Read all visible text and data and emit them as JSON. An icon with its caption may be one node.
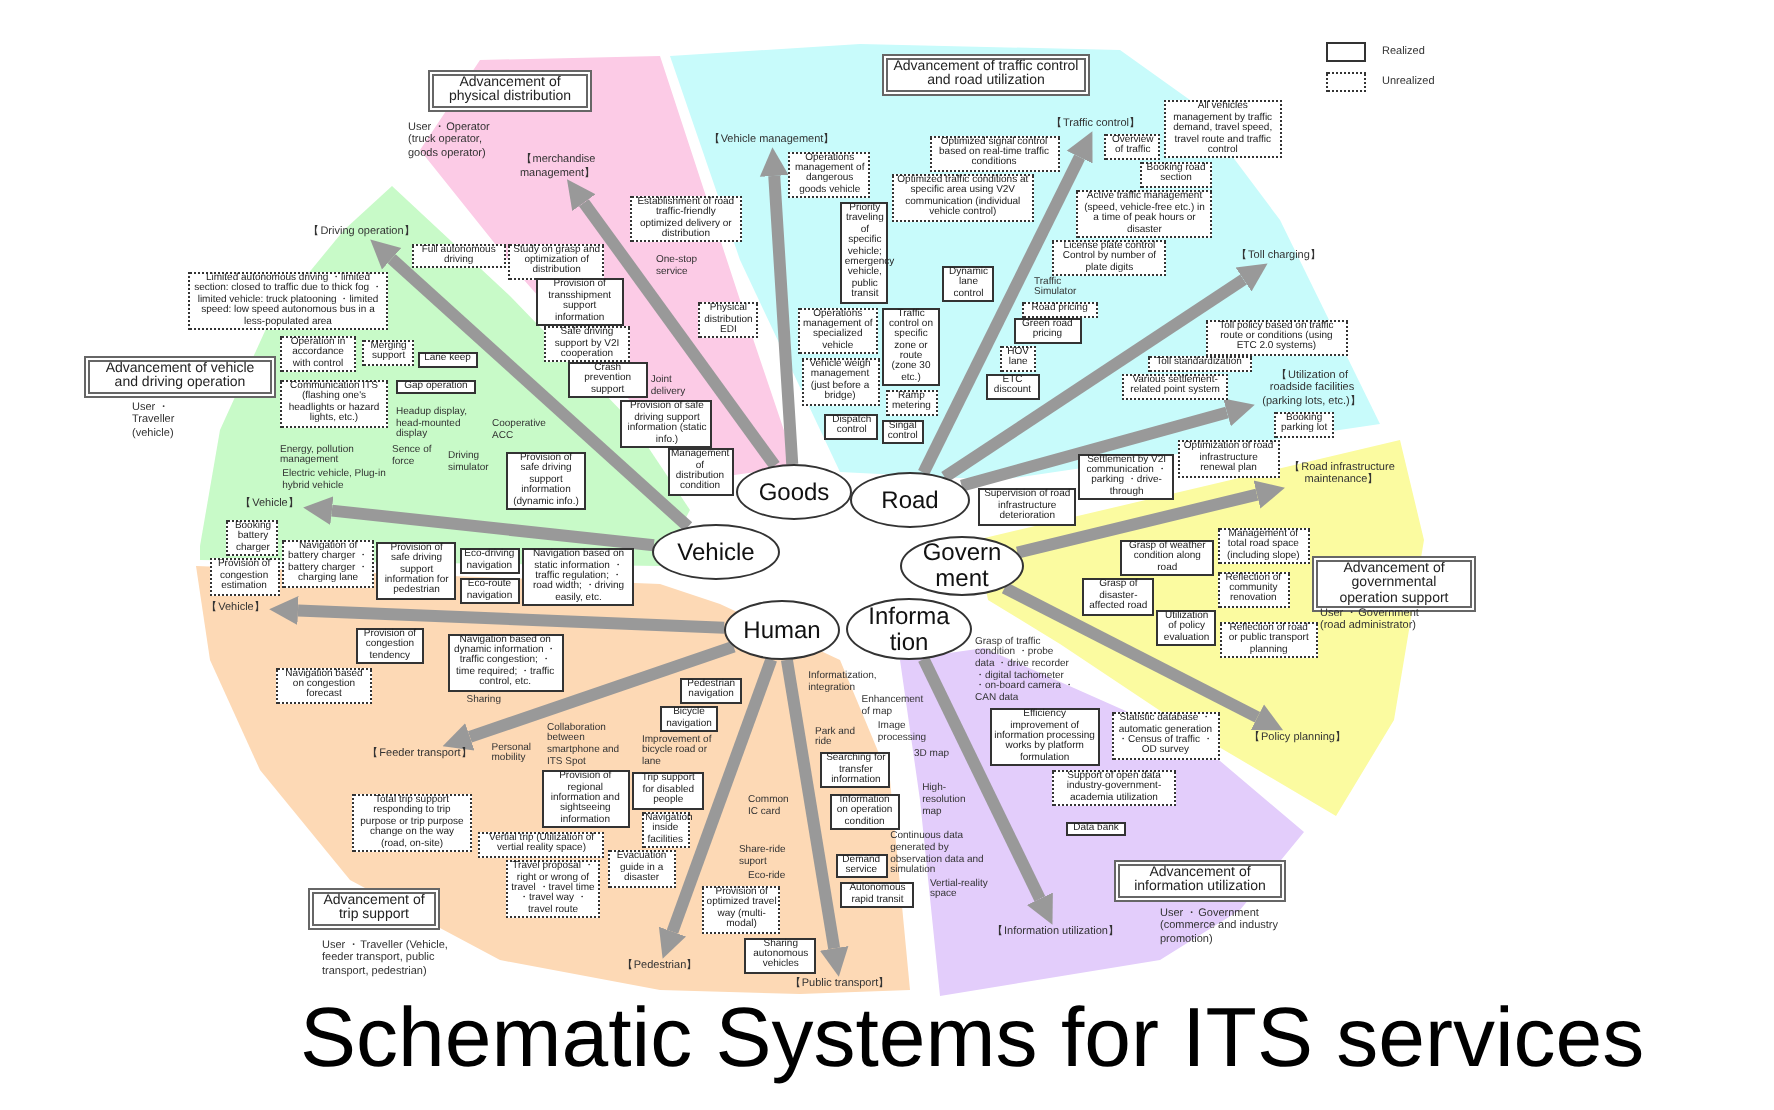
{
  "diagram": {
    "title": "Schematic Systems for ITS services",
    "nodes": [
      {
        "text": [
          "Advancement of physical distribution"
        ],
        "beside": [
          "User ・Operator (truck operator, goods operator)"
        ]
      },
      {
        "text": [
          "Advancement of vehicle and driving operation"
        ],
        "beside": [
          "User ・Traveller (vehicle)"
        ]
      },
      {
        "text": [
          "Advancement of traffic control and road utilization"
        ]
      },
      {
        "text": [
          "Advancement of governmental operation support"
        ],
        "beside": [
          "User ・Government (road administrator)"
        ]
      },
      {
        "text": [
          "Advancement of information utilization"
        ],
        "beside": [
          "User ・Government (commerce and industry promotion)"
        ]
      },
      {
        "text": [
          "Advancement of trip support"
        ],
        "beside": [
          "User ・Traveller (Vehicle, feeder transport, public transport, pedestrian)"
        ]
      },
      {
        "text": [
          "Goods"
        ]
      },
      {
        "text": [
          "Road"
        ]
      },
      {
        "text": [
          "Vehicle"
        ]
      },
      {
        "text": [
          "Govern ment"
        ]
      },
      {
        "text": [
          "Human"
        ]
      },
      {
        "text": [
          "Informa tion"
        ]
      },
      {
        "text": [
          "【merchandise management】"
        ]
      },
      {
        "text": [
          "【Driving operation】"
        ]
      },
      {
        "text": [
          "【Vehicle】"
        ]
      },
      {
        "text": [
          "【Vehicle management】"
        ]
      },
      {
        "text": [
          "【Traffic control】"
        ]
      },
      {
        "text": [
          "【Toll charging】"
        ]
      },
      {
        "text": [
          "【Utilization of roadside facilities (parking lots, etc.)】"
        ]
      },
      {
        "text": [
          "【Road infrastructure maintenance】"
        ]
      },
      {
        "text": [
          "【Policy planning】"
        ]
      },
      {
        "text": [
          "【Information utilization】"
        ]
      },
      {
        "text": [
          "【Public transport】"
        ]
      },
      {
        "text": [
          "【Pedestrian】"
        ]
      },
      {
        "text": [
          "【Feeder transport】"
        ]
      },
      {
        "text": [
          "【Vehicle】"
        ]
      },
      {
        "text": [
          "Establishment of road traffic-friendly optimized delivery or distribution"
        ]
      },
      {
        "text": [
          "Study on grasp and optimization of distribution"
        ]
      },
      {
        "text": [
          "Physical distribution EDI"
        ]
      },
      {
        "text": [
          "Provision of transshipment support information"
        ]
      },
      {
        "text": [
          "Management of distribution condition"
        ]
      },
      {
        "text": [
          "Full autonomous driving"
        ]
      },
      {
        "text": [
          "Limited autonomous driving ・limited section: closed to traffic due to thick fog ・limited vehicle: truck platooning ・limited speed: low speed autonomous bus in a less-populated area"
        ]
      },
      {
        "text": [
          "Operation in accordance with control"
        ]
      },
      {
        "text": [
          "Merging support"
        ]
      },
      {
        "text": [
          "Safe driving support by V2I cooperation"
        ]
      },
      {
        "text": [
          "Lane keep"
        ]
      },
      {
        "text": [
          "Gap operation"
        ]
      },
      {
        "text": [
          "Crash prevention support"
        ]
      },
      {
        "text": [
          "Communication ITS (flashing one's headlights or hazard lights, etc.)"
        ]
      },
      {
        "text": [
          "Provision of safe driving support information (dynamic info.)"
        ]
      },
      {
        "text": [
          "Provision of safe driving support information (static info.)"
        ]
      },
      {
        "text": [
          "Provision of safe driving support information for pedestrian"
        ]
      },
      {
        "text": [
          "Booking battery charger"
        ]
      },
      {
        "text": [
          "Navigation of battery charger ・battery charger ・charging lane"
        ]
      },
      {
        "text": [
          "Eco-driving navigation"
        ]
      },
      {
        "text": [
          "Operations management of dangerous goods vehicle"
        ]
      },
      {
        "text": [
          "Priority traveling of specific vehicle; emergency vehicle, public transit"
        ]
      },
      {
        "text": [
          "Operations management of specialized vehicle"
        ]
      },
      {
        "text": [
          "Vehicle weigh management (just before a bridge)"
        ]
      },
      {
        "text": [
          "Traffic control on specific zone or route (zone 30 etc.)"
        ]
      },
      {
        "text": [
          "Dispatch control"
        ]
      },
      {
        "text": [
          "Ramp metering"
        ]
      },
      {
        "text": [
          "Singal control"
        ]
      },
      {
        "text": [
          "Dynamic lane control"
        ]
      },
      {
        "text": [
          "HOV lane"
        ]
      },
      {
        "text": [
          "ETC discount"
        ]
      },
      {
        "text": [
          "Green road pricing"
        ]
      },
      {
        "text": [
          "Optimized signal control based on real-time traffic conditions"
        ]
      },
      {
        "text": [
          "Optimized traffic conditions at specific area using V2V communication (individual vehicle control)"
        ]
      },
      {
        "text": [
          "Overview of traffic"
        ]
      },
      {
        "text": [
          "Active traffic management (speed, vehicle-free etc.) in a time of peak hours or disaster"
        ]
      },
      {
        "text": [
          "License plate control Control by number of plate digits"
        ]
      },
      {
        "text": [
          "All vehicles management by traffic demand, travel speed, travel route and traffic control"
        ]
      },
      {
        "text": [
          "Booking road section"
        ]
      },
      {
        "text": [
          "Toll policy based on traffic route or conditions (using ETC 2.0 systems)"
        ]
      },
      {
        "text": [
          "Toll standardization"
        ]
      },
      {
        "text": [
          "Road pricing"
        ]
      },
      {
        "text": [
          "Various settlement-related point system"
        ]
      },
      {
        "text": [
          "Booking parking lot"
        ]
      },
      {
        "text": [
          "Settlement by V2I communication ・parking ・drive-through"
        ]
      },
      {
        "text": [
          "Supervision of road infrastructure deterioration"
        ]
      },
      {
        "text": [
          "Grasp of weather condition along road"
        ]
      },
      {
        "text": [
          "Optimization of road infrastructure renewal plan"
        ]
      },
      {
        "text": [
          "Management of total road space (including slope)"
        ]
      },
      {
        "text": [
          "Grasp of disaster-affected road"
        ]
      },
      {
        "text": [
          "Reflection of community renovation"
        ]
      },
      {
        "text": [
          "Utilization of policy evaluation"
        ]
      },
      {
        "text": [
          "Reflection of road or public transport planning"
        ]
      },
      {
        "text": [
          "Statistic database ・automatic generation ・Census of traffic ・OD survey"
        ]
      },
      {
        "text": [
          "Efficiency improvement of information processing works by platform formulation"
        ]
      },
      {
        "text": [
          "Support of open data industry-government-academia utilization"
        ]
      },
      {
        "text": [
          "Data bank"
        ]
      },
      {
        "text": [
          "Navigation based on static information ・traffic regulation; ・road width; ・driving easily, etc."
        ]
      },
      {
        "text": [
          "Bicycle navigation"
        ]
      },
      {
        "text": [
          "Pedestrian navigation"
        ]
      },
      {
        "text": [
          "Trip support for disabled people"
        ]
      },
      {
        "text": [
          "Searching for transfer information"
        ]
      },
      {
        "text": [
          "Navigation inside facilities"
        ]
      },
      {
        "text": [
          "Information on operation condition"
        ]
      },
      {
        "text": [
          "Evacuation guide in a disaster"
        ]
      },
      {
        "text": [
          "Demand service"
        ]
      },
      {
        "text": [
          "Provision of optimized travel way (multi-modal)"
        ]
      },
      {
        "text": [
          "Autonomous rapid transit"
        ]
      },
      {
        "text": [
          "Sharing autonomous vehicles"
        ]
      },
      {
        "text": [
          "Provision of congestion estimation"
        ]
      },
      {
        "text": [
          "Provision of congestion tendency"
        ]
      },
      {
        "text": [
          "Eco-route navigation"
        ]
      },
      {
        "text": [
          "Navigation based on dynamic information ・traffic congestion; ・time required; ・traffic control, etc."
        ]
      },
      {
        "text": [
          "Navigation based on congestion forecast"
        ]
      },
      {
        "text": [
          "Provision of regional information and sightseeing information"
        ]
      },
      {
        "text": [
          "Vertial trip (Utilization of vertial reality space)"
        ]
      },
      {
        "text": [
          "Total trip support responding to trip purpose or trip purpose change on the way (road, on-site)"
        ]
      },
      {
        "text": [
          "Travel proposal ・right or wrong of travel ・travel time ・travel way ・travel route"
        ]
      }
    ],
    "edges": [
      {
        "from": 6,
        "to": 12,
        "arrow": "to"
      },
      {
        "from": 8,
        "to": 13,
        "arrow": "to"
      },
      {
        "from": 8,
        "to": 14,
        "arrow": "to"
      },
      {
        "from": 6,
        "to": 15,
        "arrow": "to"
      },
      {
        "from": 7,
        "to": 16,
        "arrow": "to"
      },
      {
        "from": 7,
        "to": 17,
        "arrow": "to"
      },
      {
        "from": 7,
        "to": 18,
        "arrow": "to"
      },
      {
        "from": 9,
        "to": 19,
        "arrow": "to"
      },
      {
        "from": 9,
        "to": 20,
        "arrow": "to"
      },
      {
        "from": 11,
        "to": 21,
        "arrow": "to"
      },
      {
        "from": 10,
        "to": 22,
        "arrow": "to"
      },
      {
        "from": 10,
        "to": 23,
        "arrow": "to"
      },
      {
        "from": 10,
        "to": 24,
        "arrow": "to"
      },
      {
        "from": 10,
        "to": 25,
        "arrow": "to"
      }
    ],
    "labels": [
      "Headup display, head-mounted display",
      "Cooperative ACC",
      "Energy, pollution management",
      "Sence of force",
      "Driving simulator",
      "Electric vehicle, Plug-in hybrid vehicle",
      "One-stop service",
      "Joint delivery",
      "Traffic Simulator",
      "Grasp of traffic condition ・probe data ・drive recorder ・digital tachometer ・on-board camera ・CAN data",
      "Enhancement of map",
      "Image processing",
      "3D map",
      "High-resolution map",
      "Continuous data generated by observation data and simulation",
      "Vertial-reality space",
      "Improvement of bicycle road or lane",
      "Informatization, integration",
      "Park and ride",
      "Common IC card",
      "Share-ride suport",
      "Eco-ride",
      "Collaboration between smartphone and ITS Spot",
      "Sharing",
      "Personal mobility"
    ],
    "legend": [
      {
        "text": "Realized"
      },
      {
        "text": "Unrealized"
      }
    ]
  }
}
